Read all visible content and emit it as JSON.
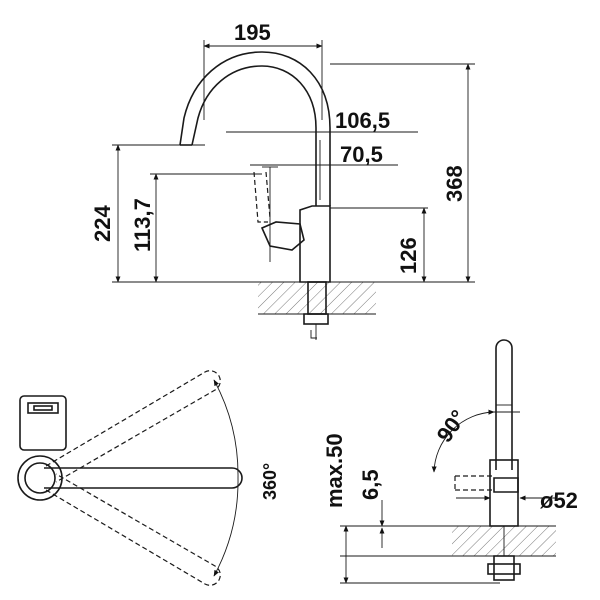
{
  "side_view": {
    "width_label": "195",
    "reach_label": "106,5",
    "lever_offset_label": "70,5",
    "total_height_label": "368",
    "spout_height_label": "224",
    "lever_height_label": "113,7",
    "body_height_label": "126"
  },
  "top_view": {
    "rotation_label": "360°"
  },
  "front_view": {
    "max_thickness_label": "max.50",
    "min_thickness_label": "6,5",
    "lever_angle_label": "90°",
    "hole_diameter_label": "ø52"
  }
}
